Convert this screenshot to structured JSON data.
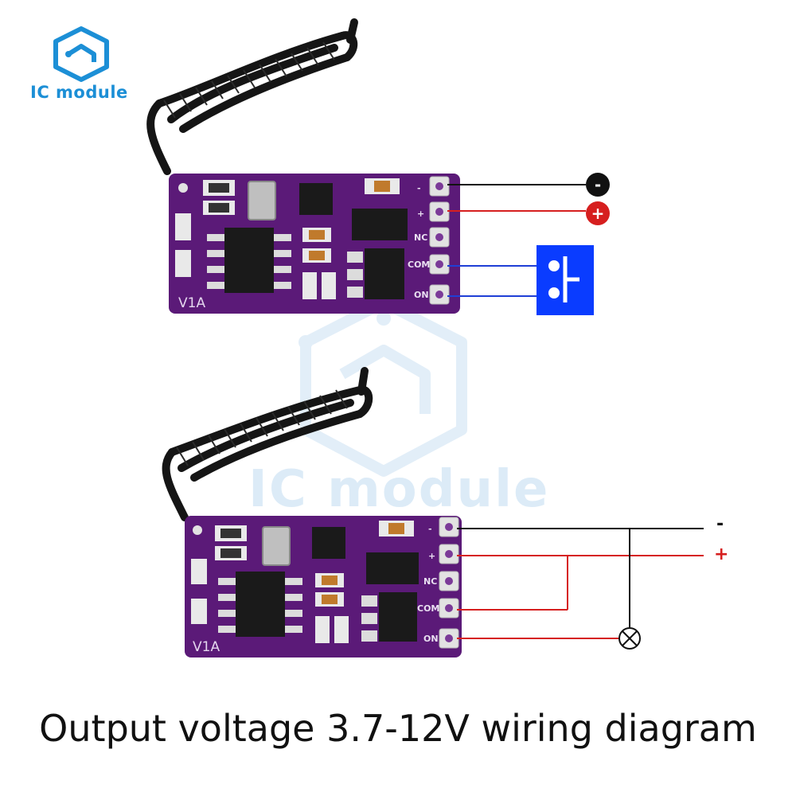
{
  "logo": {
    "text": "IC module"
  },
  "watermark": {
    "text": "IC module"
  },
  "caption": "Output voltage 3.7-12V wiring diagram",
  "board": {
    "version_mark": "V1A",
    "pins": [
      "-",
      "+",
      "NC",
      "COM",
      "ON"
    ]
  },
  "diagram_top": {
    "minus_symbol": "-",
    "plus_symbol": "+"
  },
  "diagram_bottom": {
    "minus_label": "-",
    "plus_label": "+"
  },
  "colors": {
    "brand_blue": "#1c8fd6",
    "pcb_purple": "#5b1a78",
    "wire_black": "#111111",
    "wire_red": "#d61f1f",
    "wire_blue": "#1f3fd6",
    "switch_blue": "#0a3cff"
  },
  "icons": [
    "hexagon-logo-icon",
    "antenna-coil-icon",
    "switch-icon",
    "lamp-icon"
  ]
}
